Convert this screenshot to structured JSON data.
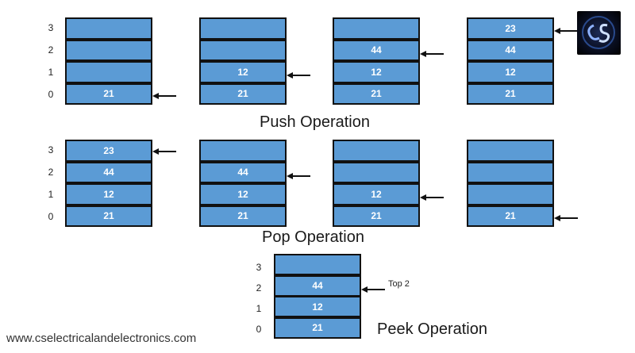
{
  "colors": {
    "cell_fill": "#5b9bd5",
    "cell_border": "#111111",
    "cell_text": "#ffffff"
  },
  "icons": {
    "arrow": "left-arrow-icon",
    "logo": "cs-logo-icon"
  },
  "index_labels": [
    "3",
    "2",
    "1",
    "0"
  ],
  "push": {
    "caption": "Push Operation",
    "stacks": [
      {
        "cells": [
          "",
          "",
          "",
          "21"
        ],
        "pointer_index": 0
      },
      {
        "cells": [
          "",
          "",
          "12",
          "21"
        ],
        "pointer_index": 1
      },
      {
        "cells": [
          "",
          "44",
          "12",
          "21"
        ],
        "pointer_index": 2
      },
      {
        "cells": [
          "23",
          "44",
          "12",
          "21"
        ],
        "pointer_index": 3
      }
    ]
  },
  "pop": {
    "caption": "Pop Operation",
    "stacks": [
      {
        "cells": [
          "23",
          "44",
          "12",
          "21"
        ],
        "pointer_index": 3
      },
      {
        "cells": [
          "",
          "44",
          "12",
          "21"
        ],
        "pointer_index": 2
      },
      {
        "cells": [
          "",
          "",
          "12",
          "21"
        ],
        "pointer_index": 1
      },
      {
        "cells": [
          "",
          "",
          "",
          "21"
        ],
        "pointer_index": 0
      }
    ]
  },
  "peek": {
    "caption": "Peek Operation",
    "stack": {
      "cells": [
        "",
        "44",
        "12",
        "21"
      ],
      "pointer_index": 2
    },
    "pointer_label": "Top 2"
  },
  "website": "www.cselectricalandelectronics.com"
}
